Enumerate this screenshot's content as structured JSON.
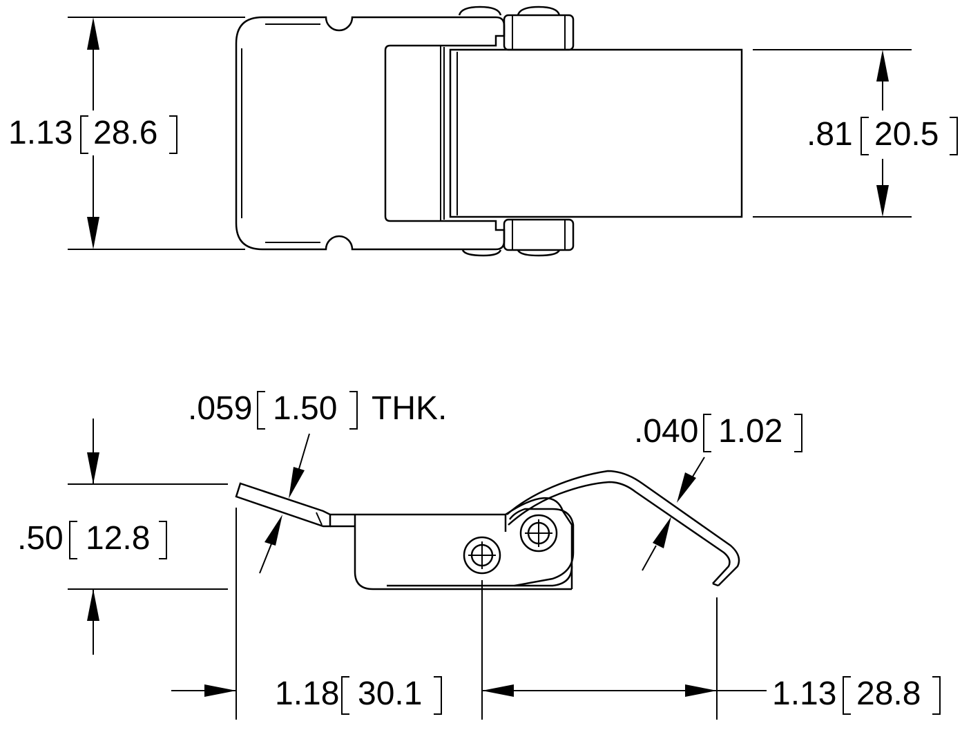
{
  "top_view": {
    "height_dim": {
      "inch": "1.13",
      "mm": "28.6"
    },
    "width_dim": {
      "inch": ".81",
      "mm": "20.5"
    }
  },
  "side_view": {
    "material_thickness": {
      "inch": ".059",
      "mm": "1.50",
      "suffix": "THK."
    },
    "wire_dia": {
      "inch": ".040",
      "mm": "1.02"
    },
    "height_dim": {
      "inch": ".50",
      "mm": "12.8"
    },
    "left_length": {
      "inch": "1.18",
      "mm": "30.1"
    },
    "right_length": {
      "inch": "1.13",
      "mm": "28.8"
    }
  }
}
